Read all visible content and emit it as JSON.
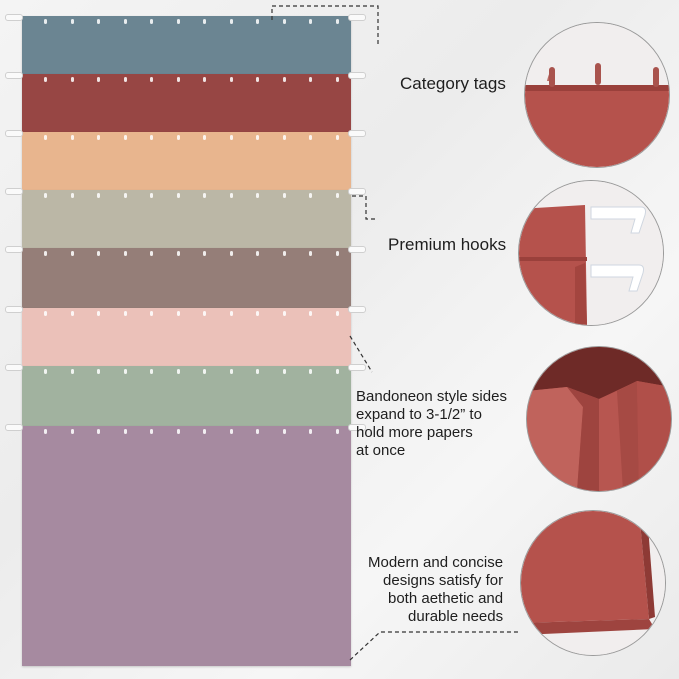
{
  "callouts": [
    {
      "id": "tags",
      "text": "Category tags",
      "icon": "category-tag-closeup-icon"
    },
    {
      "id": "hooks",
      "text": "Premium hooks",
      "icon": "hook-closeup-icon"
    },
    {
      "id": "sides",
      "text": "Bandoneon style sides expand to 3-1/2” to hold more papers at once",
      "lines": [
        "Bandoneon style sides",
        "expand to 3-1/2” to",
        "hold more papers",
        "at once"
      ],
      "icon": "expanding-side-closeup-icon"
    },
    {
      "id": "design",
      "text": "Modern and concise designs satisfy for both aethetic and durable needs",
      "lines": [
        "Modern and concise",
        "designs satisfy for",
        "both aethetic and",
        "durable needs"
      ],
      "icon": "folder-corner-closeup-icon"
    }
  ],
  "folder_colors": [
    "#6b8592",
    "#974644",
    "#e8b58e",
    "#bbb7a6",
    "#957e78",
    "#ebc1b9",
    "#a1b29f",
    "#a68aa0"
  ],
  "closeup_color": "#b5524c"
}
